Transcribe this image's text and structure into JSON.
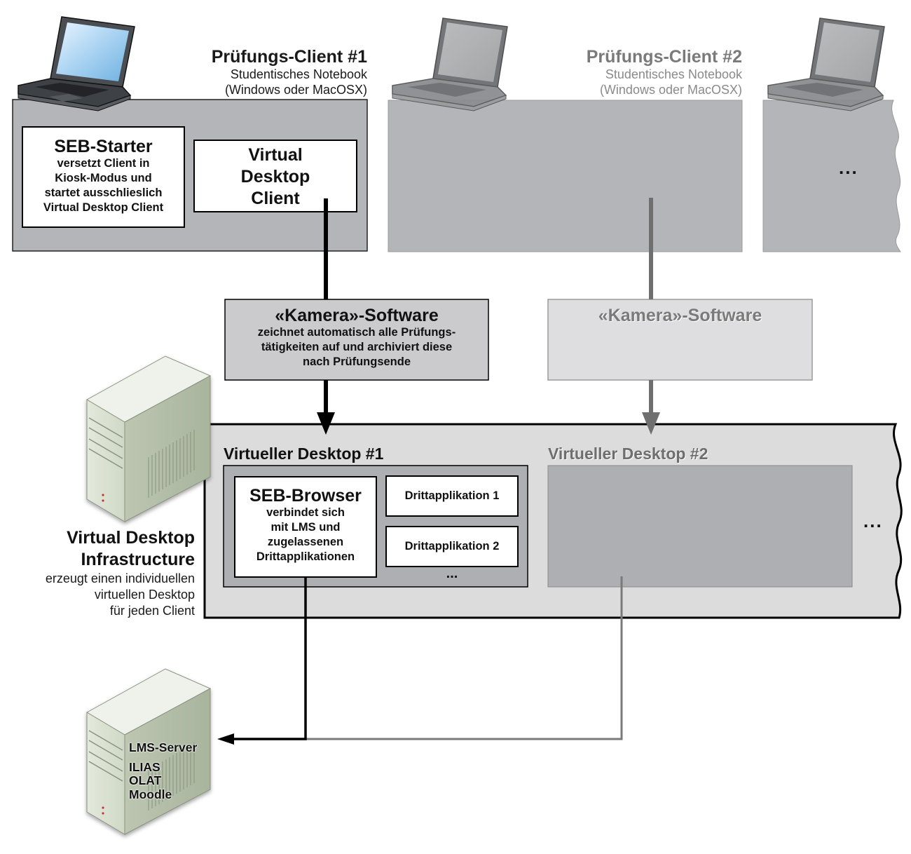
{
  "client1": {
    "title": "Prüfungs-Client #1",
    "subtitle_line1": "Studentisches Notebook",
    "subtitle_line2": "(Windows oder MacOSX)"
  },
  "client2": {
    "title": "Prüfungs-Client #2",
    "subtitle_line1": "Studentisches Notebook",
    "subtitle_line2": "(Windows oder MacOSX)"
  },
  "client_more": {
    "dots": "..."
  },
  "seb_starter": {
    "title": "SEB-Starter",
    "lines": [
      "versetzt Client in",
      "Kiosk-Modus und",
      "startet ausschlieslich",
      "Virtual Desktop Client"
    ]
  },
  "vdc": {
    "lines": [
      "Virtual",
      "Desktop",
      "Client"
    ]
  },
  "camera1": {
    "title": "«Kamera»-Software",
    "lines": [
      "zeichnet automatisch alle Prüfungs-",
      "tätigkeiten auf und archiviert diese",
      "nach Prüfungsende"
    ]
  },
  "camera2": {
    "title": "«Kamera»-Software"
  },
  "vd1": {
    "title": "Virtueller Desktop #1"
  },
  "vd2": {
    "title": "Virtueller Desktop #2"
  },
  "vd_more": {
    "dots": "..."
  },
  "seb_browser": {
    "title": "SEB-Browser",
    "lines": [
      "verbindet sich",
      "mit LMS und",
      "zugelassenen",
      "Drittapplikationen"
    ]
  },
  "third_app_1": "Drittapplikation 1",
  "third_app_2": "Drittapplikation 2",
  "third_app_more": "...",
  "vdi": {
    "title_line1": "Virtual Desktop",
    "title_line2": "Infrastructure",
    "desc": [
      "erzeugt einen individuellen",
      "virtuellen Desktop",
      "für jeden Client"
    ]
  },
  "lms": {
    "title": "LMS-Server",
    "items": [
      "ILIAS",
      "OLAT",
      "Moodle"
    ]
  },
  "icons": [
    "laptop-icon",
    "server-icon"
  ],
  "colors": {
    "client_box": "#b4b5b9",
    "panel_grey": "#aeafb3",
    "camera_box_1": "#cbcbce",
    "camera_box_2": "#dedee0",
    "vd_container": "#dcdcdd",
    "server_body": "#d8dfd0",
    "line_active": "#000000",
    "line_inactive": "#777777"
  }
}
